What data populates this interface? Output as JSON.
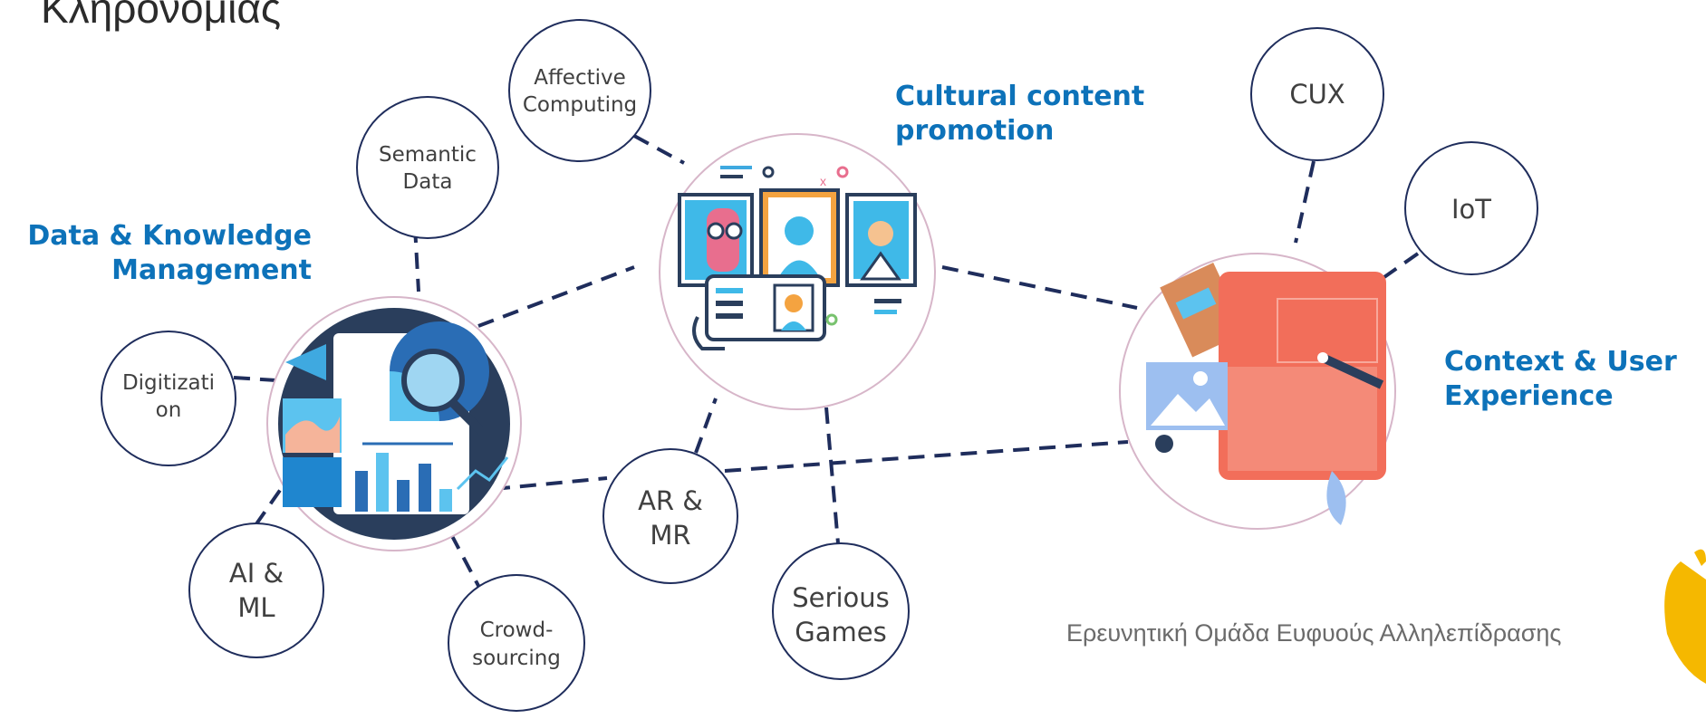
{
  "page": {
    "title": "Κληρονομιάς",
    "footer": "Ερευνητική Ομάδα Ευφυούς Αλληλεπίδρασης"
  },
  "categories": {
    "data_knowledge": {
      "line1": "Data & Knowledge",
      "line2": "Management"
    },
    "cultural": {
      "line1": "Cultural content",
      "line2": "promotion"
    },
    "context_ux": {
      "line1": "Context & User",
      "line2": "Experience"
    }
  },
  "nodes": {
    "affective": {
      "line1": "Affective",
      "line2": "Computing"
    },
    "semantic": {
      "line1": "Semantic",
      "line2": "Data"
    },
    "digitization": {
      "line1": "Digitizati",
      "line2": "on"
    },
    "ai_ml": {
      "line1": "AI &",
      "line2": "ML"
    },
    "crowd": {
      "line1": "Crowd-",
      "line2": "sourcing"
    },
    "ar_mr": {
      "line1": "AR &",
      "line2": "MR"
    },
    "serious": {
      "line1": "Serious",
      "line2": "Games"
    },
    "cux": {
      "line1": "CUX"
    },
    "iot": {
      "line1": "IoT"
    }
  },
  "colors": {
    "accent": "#0d72b9",
    "connector": "#1f2d5c",
    "hub_ring": "#d7b6c9",
    "logo": "#f5b800"
  },
  "icons": [
    "data-analytics-illustration",
    "cultural-promotion-illustration",
    "ux-design-illustration",
    "logo-icon"
  ]
}
